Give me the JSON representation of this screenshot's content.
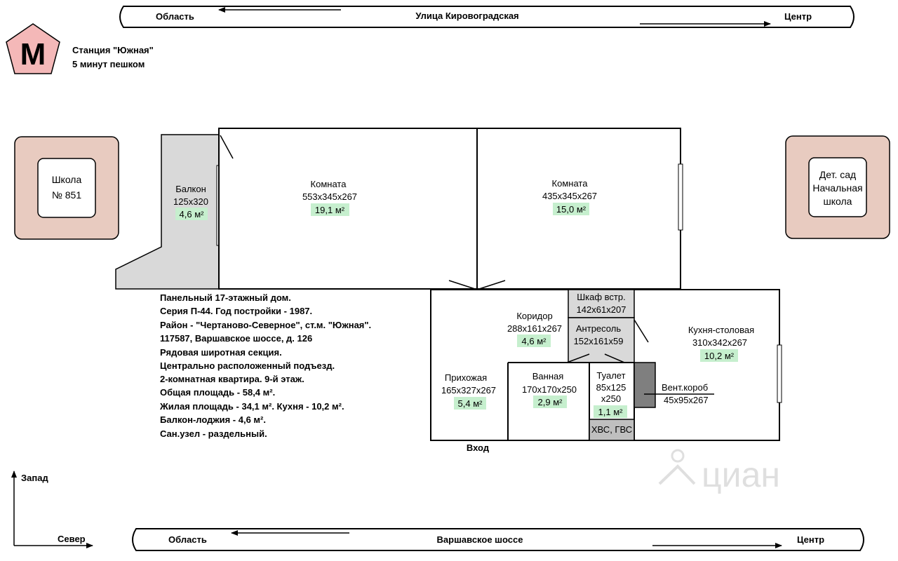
{
  "roads": {
    "top": {
      "left": "Область",
      "name": "Улица Кировоградская",
      "right": "Центр"
    },
    "bottom": {
      "left": "Область",
      "name": "Варшавское шоссе",
      "right": "Центр"
    }
  },
  "metro": {
    "letter": "М",
    "station": "Станция \"Южная\"",
    "walk": "5 минут пешком"
  },
  "landmarks": {
    "school": {
      "line1": "Школа",
      "line2": "№ 851"
    },
    "kindergarten": {
      "line1": "Дет. сад",
      "line2": "Начальная",
      "line3": "школа"
    }
  },
  "rooms": {
    "balcony": {
      "name": "Балкон",
      "dims": "125x320",
      "area": "4,6 м²"
    },
    "room1": {
      "name": "Комната",
      "dims": "553x345x267",
      "area": "19,1 м²"
    },
    "room2": {
      "name": "Комната",
      "dims": "435x345x267",
      "area": "15,0 м²"
    },
    "wardrobe": {
      "name": "Шкаф встр.",
      "dims": "142x61x207"
    },
    "corridor": {
      "name": "Коридор",
      "dims": "288x161x267",
      "area": "4,6 м²"
    },
    "mezzanine": {
      "name": "Антресоль",
      "dims": "152x161x59"
    },
    "kitchen": {
      "name": "Кухня-столовая",
      "dims": "310x342x267",
      "area": "10,2 м²"
    },
    "hall": {
      "name": "Прихожая",
      "dims": "165x327x267",
      "area": "5,4 м²"
    },
    "bath": {
      "name": "Ванная",
      "dims": "170x170x250",
      "area": "2,9 м²"
    },
    "toilet": {
      "name": "Туалет",
      "dims1": "85x125",
      "dims2": "x250",
      "area": "1,1 м²"
    },
    "vent": {
      "name": "Вент.короб",
      "dims": "45x95x267"
    },
    "pipes": {
      "name": "ХВС, ГВС"
    }
  },
  "entrance": "Вход",
  "info": [
    "Панельный 17-этажный дом.",
    "Серия П-44. Год постройки - 1987.",
    "Район - \"Чертаново-Северное\", ст.м. \"Южная\".",
    "117587, Варшавское шоссе, д. 126",
    "Рядовая широтная секция.",
    "Центрально расположенный подъезд.",
    "2-комнатная квартира. 9-й этаж.",
    "Общая площадь - 58,4 м².",
    "Жилая площадь - 34,1 м². Кухня - 10,2 м².",
    "Балкон-лоджия - 4,6 м².",
    "Сан.узел - раздельный."
  ],
  "compass": {
    "west": "Запад",
    "north": "Север"
  },
  "watermark": "циан",
  "colors": {
    "metro_fill": "#f4b8b8",
    "landmark_fill": "#e8cbc0",
    "area_fill": "#c6efce",
    "balcony_fill": "#d9d9d9",
    "storage_fill": "#d9d9d9",
    "vent_fill": "#7f7f7f",
    "pipes_fill": "#bfbfbf"
  }
}
